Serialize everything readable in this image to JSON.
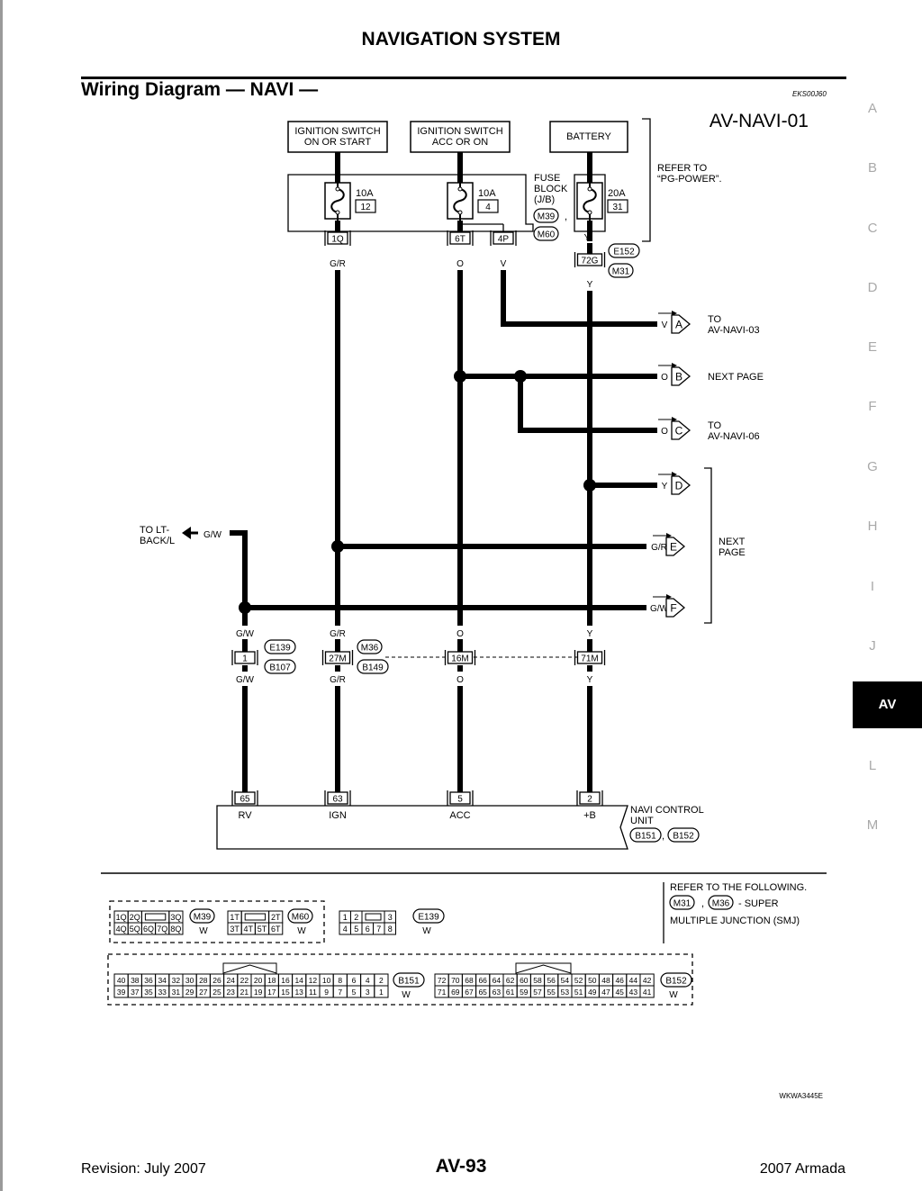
{
  "header": {
    "title": "NAVIGATION SYSTEM",
    "section_title": "Wiring Diagram — NAVI —",
    "doc_code": "EKS00J60"
  },
  "side_index": [
    "A",
    "B",
    "C",
    "D",
    "E",
    "F",
    "G",
    "H",
    "I",
    "J",
    "AV",
    "L",
    "M"
  ],
  "side_index_active": "AV",
  "diagram": {
    "id": "AV-NAVI-01",
    "boxes": {
      "ign_switch": [
        "IGNITION SWITCH",
        "ON OR START"
      ],
      "acc_switch": [
        "IGNITION SWITCH",
        "ACC OR ON"
      ],
      "battery": "BATTERY"
    },
    "refer_pg": [
      "REFER TO",
      "“PG-POWER”."
    ],
    "fuse_block_label": [
      "FUSE",
      "BLOCK",
      "(J/B)"
    ],
    "fuses": [
      {
        "amp": "10A",
        "num": "12"
      },
      {
        "amp": "10A",
        "num": "4"
      },
      {
        "amp": "20A",
        "num": "31"
      }
    ],
    "fuse_connectors": [
      "M39",
      "M60"
    ],
    "fuse_comma": ",",
    "top_terminals": [
      "1Q",
      "6T",
      "4P",
      "72G"
    ],
    "conn_72g": [
      "E152",
      "M31"
    ],
    "wire_colors_top": {
      "ign": "G/R",
      "acc": "O",
      "v": "V",
      "y1": "Y",
      "y2": "Y"
    },
    "arrows": [
      {
        "wire": "V",
        "letter": "A",
        "dest": [
          "TO",
          "AV-NAVI-03"
        ]
      },
      {
        "wire": "O",
        "letter": "B",
        "dest": [
          "NEXT PAGE"
        ]
      },
      {
        "wire": "O",
        "letter": "C",
        "dest": [
          "TO",
          "AV-NAVI-06"
        ]
      },
      {
        "wire": "Y",
        "letter": "D",
        "dest": []
      },
      {
        "wire": "G/R",
        "letter": "E",
        "dest": []
      },
      {
        "wire": "G/W",
        "letter": "F",
        "dest": []
      }
    ],
    "next_page_group": [
      "NEXT",
      "PAGE"
    ],
    "to_lt_back": [
      "TO LT-",
      "BACK/L"
    ],
    "to_lt_wire": "G/W",
    "mid_connectors": {
      "gw": {
        "color_top": "G/W",
        "term": "1",
        "conns": [
          "E139",
          "B107"
        ],
        "color_bot": "G/W"
      },
      "gr": {
        "color_top": "G/R",
        "term": "27M",
        "conns": [
          "M36",
          "B149"
        ],
        "color_bot": "G/R"
      },
      "o": {
        "color_top": "O",
        "term": "16M",
        "color_bot": "O"
      },
      "y": {
        "color_top": "Y",
        "term": "71M",
        "color_bot": "Y"
      }
    },
    "unit_terminals": [
      {
        "num": "65",
        "name": "RV"
      },
      {
        "num": "63",
        "name": "IGN"
      },
      {
        "num": "5",
        "name": "ACC"
      },
      {
        "num": "2",
        "name": "+B"
      }
    ],
    "unit_label": [
      "NAVI CONTROL",
      "UNIT"
    ],
    "unit_connectors": [
      "B151",
      "B152"
    ],
    "unit_comma": ","
  },
  "legend": {
    "refer_text": [
      "REFER TO THE FOLLOWING.",
      "- SUPER",
      "MULTIPLE JUNCTION (SMJ)"
    ],
    "refer_conns": [
      "M31",
      "M36"
    ],
    "refer_comma": ",",
    "c_m39": {
      "top": [
        "1Q",
        "2Q",
        "",
        "3Q"
      ],
      "bot": [
        "4Q",
        "5Q",
        "6Q",
        "7Q",
        "8Q"
      ],
      "id": "M39",
      "color": "W"
    },
    "c_m60": {
      "top": [
        "1T",
        "",
        "2T"
      ],
      "bot": [
        "3T",
        "4T",
        "5T",
        "6T"
      ],
      "id": "M60",
      "color": "W"
    },
    "c_e139": {
      "top": [
        "1",
        "2",
        "",
        "3"
      ],
      "bot": [
        "4",
        "5",
        "6",
        "7",
        "8"
      ],
      "id": "E139",
      "color": "W"
    },
    "c_b151": {
      "top": [
        "40",
        "38",
        "36",
        "34",
        "32",
        "30",
        "28",
        "26",
        "24",
        "22",
        "20",
        "18",
        "16",
        "14",
        "12",
        "10",
        "8",
        "6",
        "4",
        "2"
      ],
      "bot": [
        "39",
        "37",
        "35",
        "33",
        "31",
        "29",
        "27",
        "25",
        "23",
        "21",
        "19",
        "17",
        "15",
        "13",
        "11",
        "9",
        "7",
        "5",
        "3",
        "1"
      ],
      "id": "B151",
      "color": "W"
    },
    "c_b152": {
      "top": [
        "72",
        "70",
        "68",
        "66",
        "64",
        "62",
        "60",
        "58",
        "56",
        "54",
        "52",
        "50",
        "48",
        "46",
        "44",
        "42"
      ],
      "bot": [
        "71",
        "69",
        "67",
        "65",
        "63",
        "61",
        "59",
        "57",
        "55",
        "53",
        "51",
        "49",
        "47",
        "45",
        "43",
        "41"
      ],
      "id": "B152",
      "color": "W"
    }
  },
  "figure_code": "WKWA3445E",
  "footer": {
    "revision": "Revision: July 2007",
    "page": "AV-93",
    "model": "2007 Armada"
  }
}
